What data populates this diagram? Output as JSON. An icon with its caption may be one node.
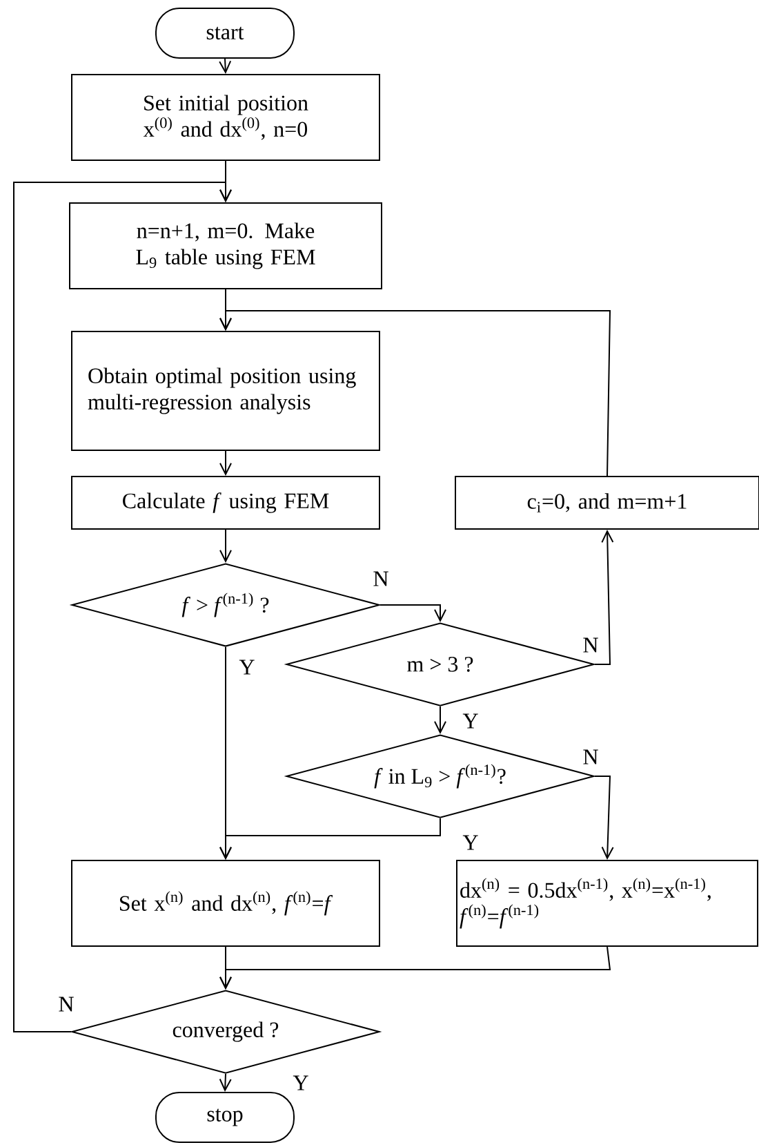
{
  "diagram": {
    "nodes": [
      {
        "text": [
          "start"
        ]
      },
      {
        "text": [
          "Set initial position x$^{(0)}$ and dx$^{(0)}$, n=0"
        ]
      },
      {
        "text": [
          "n=n+1, m=0. Make L$_{9}$ table using FEM"
        ]
      },
      {
        "text": [
          "Obtain optimal position using multi-regression analysis"
        ]
      },
      {
        "text": [
          "Calculate *f* using FEM"
        ]
      },
      {
        "text": [
          "*f* > *f*$^{(n-1)}$ ?"
        ]
      },
      {
        "text": [
          "c$_{i}$=0, and m=m+1"
        ]
      },
      {
        "text": [
          "m > 3 ?"
        ]
      },
      {
        "text": [
          "*f* in L$_{9}$ > *f*$^{(n-1)}$?"
        ]
      },
      {
        "text": [
          "Set x$^{(n)}$ and dx$^{(n)}$, *f*$^{(n)}$=*f*"
        ]
      },
      {
        "text": [
          "dx$^{(n)}$ = 0.5dx$^{(n-1)}$, x$^{(n)}$=x$^{(n-1)}$, *f*$^{(n)}$=*f*$^{(n-1)}$"
        ]
      },
      {
        "text": [
          "converged ?"
        ]
      },
      {
        "text": [
          "stop"
        ]
      }
    ],
    "edges": [
      {
        "from": 0,
        "to": 1,
        "arrow": "to"
      },
      {
        "from": 1,
        "to": 2,
        "arrow": "to"
      },
      {
        "from": 11,
        "to": 2,
        "arrow": "to",
        "label": "N"
      },
      {
        "from": 2,
        "to": 3,
        "arrow": "to"
      },
      {
        "from": 6,
        "to": 3,
        "arrow": "to"
      },
      {
        "from": 3,
        "to": 4,
        "arrow": "to"
      },
      {
        "from": 4,
        "to": 5,
        "arrow": "to"
      },
      {
        "from": 5,
        "to": 7,
        "arrow": "to",
        "label": "N"
      },
      {
        "from": 5,
        "to": 9,
        "arrow": "to",
        "label": "Y"
      },
      {
        "from": 7,
        "to": 6,
        "arrow": "to",
        "label": "N"
      },
      {
        "from": 7,
        "to": 8,
        "arrow": "to",
        "label": "Y"
      },
      {
        "from": 8,
        "to": 9,
        "arrow": "to",
        "label": "Y"
      },
      {
        "from": 8,
        "to": 10,
        "arrow": "to",
        "label": "N"
      },
      {
        "from": 9,
        "to": 11,
        "arrow": "to"
      },
      {
        "from": 10,
        "to": 11,
        "arrow": "to"
      },
      {
        "from": 11,
        "to": 12,
        "arrow": "to",
        "label": "Y"
      }
    ]
  }
}
